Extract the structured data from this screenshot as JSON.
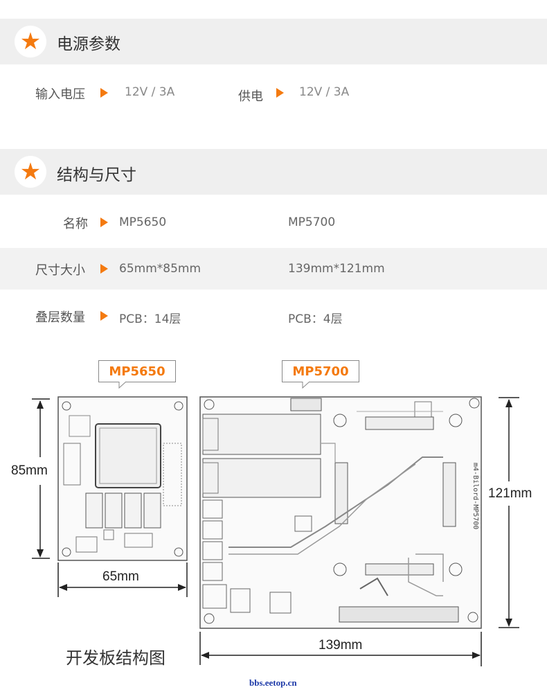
{
  "power": {
    "title": "电源参数",
    "input_voltage_label": "输入电压",
    "input_voltage_value": "12V / 3A",
    "supply_label": "供电",
    "supply_value": "12V / 3A"
  },
  "structure": {
    "title": "结构与尺寸",
    "rows": [
      {
        "label": "名称",
        "mp5650": "MP5650",
        "mp5700": "MP5700"
      },
      {
        "label": "尺寸大小",
        "mp5650": "65mm*85mm",
        "mp5700": "139mm*121mm"
      },
      {
        "label": "叠层数量",
        "mp5650": "PCB：14层",
        "mp5700": "PCB：4层"
      }
    ]
  },
  "diagram": {
    "board_small_name": "MP5650",
    "board_large_name": "MP5700",
    "small_height": "85mm",
    "small_width": "65mm",
    "large_height": "121mm",
    "large_width": "139mm",
    "caption": "开发板结构图",
    "board_silkscreen": "m4-Bilord-MP5700"
  },
  "footer": {
    "watermark": "bbs.eetop.cn"
  },
  "colors": {
    "accent": "#f47a10",
    "band": "#efefef"
  },
  "icons": [
    "star-icon"
  ]
}
